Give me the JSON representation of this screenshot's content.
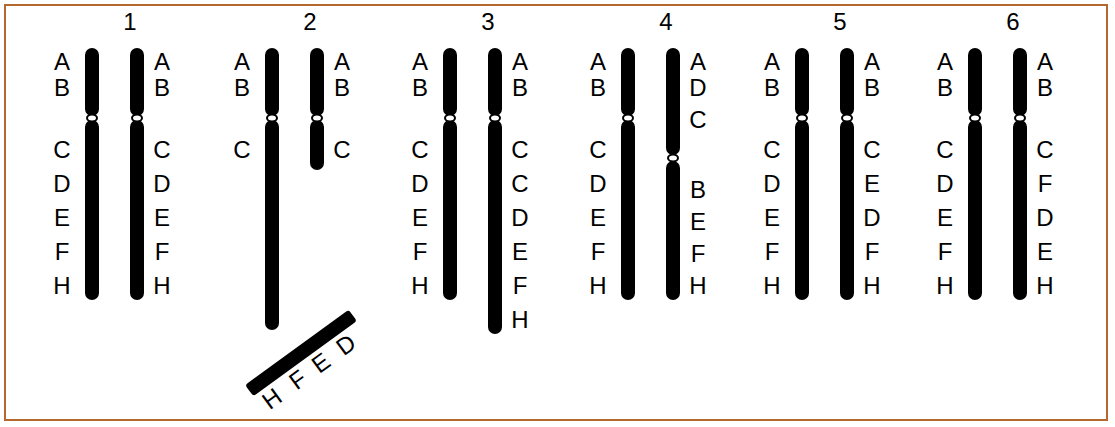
{
  "diagram": {
    "labels": [
      "1",
      "A",
      "B",
      "C",
      "D",
      "E",
      "F",
      "H",
      "A",
      "B",
      "C",
      "D",
      "E",
      "F",
      "H",
      "2",
      "A",
      "B",
      "C",
      "A",
      "B",
      "C",
      "D",
      "E",
      "F",
      "H",
      "3",
      "A",
      "B",
      "C",
      "D",
      "E",
      "F",
      "H",
      "A",
      "B",
      "C",
      "C",
      "D",
      "E",
      "F",
      "H",
      "4",
      "A",
      "B",
      "C",
      "D",
      "E",
      "F",
      "H",
      "A",
      "D",
      "C",
      "B",
      "E",
      "F",
      "H",
      "5",
      "A",
      "B",
      "C",
      "D",
      "E",
      "F",
      "H",
      "A",
      "B",
      "C",
      "E",
      "D",
      "F",
      "H",
      "6",
      "A",
      "B",
      "C",
      "D",
      "E",
      "F",
      "H",
      "A",
      "B",
      "C",
      "F",
      "D",
      "E",
      "H"
    ]
  }
}
